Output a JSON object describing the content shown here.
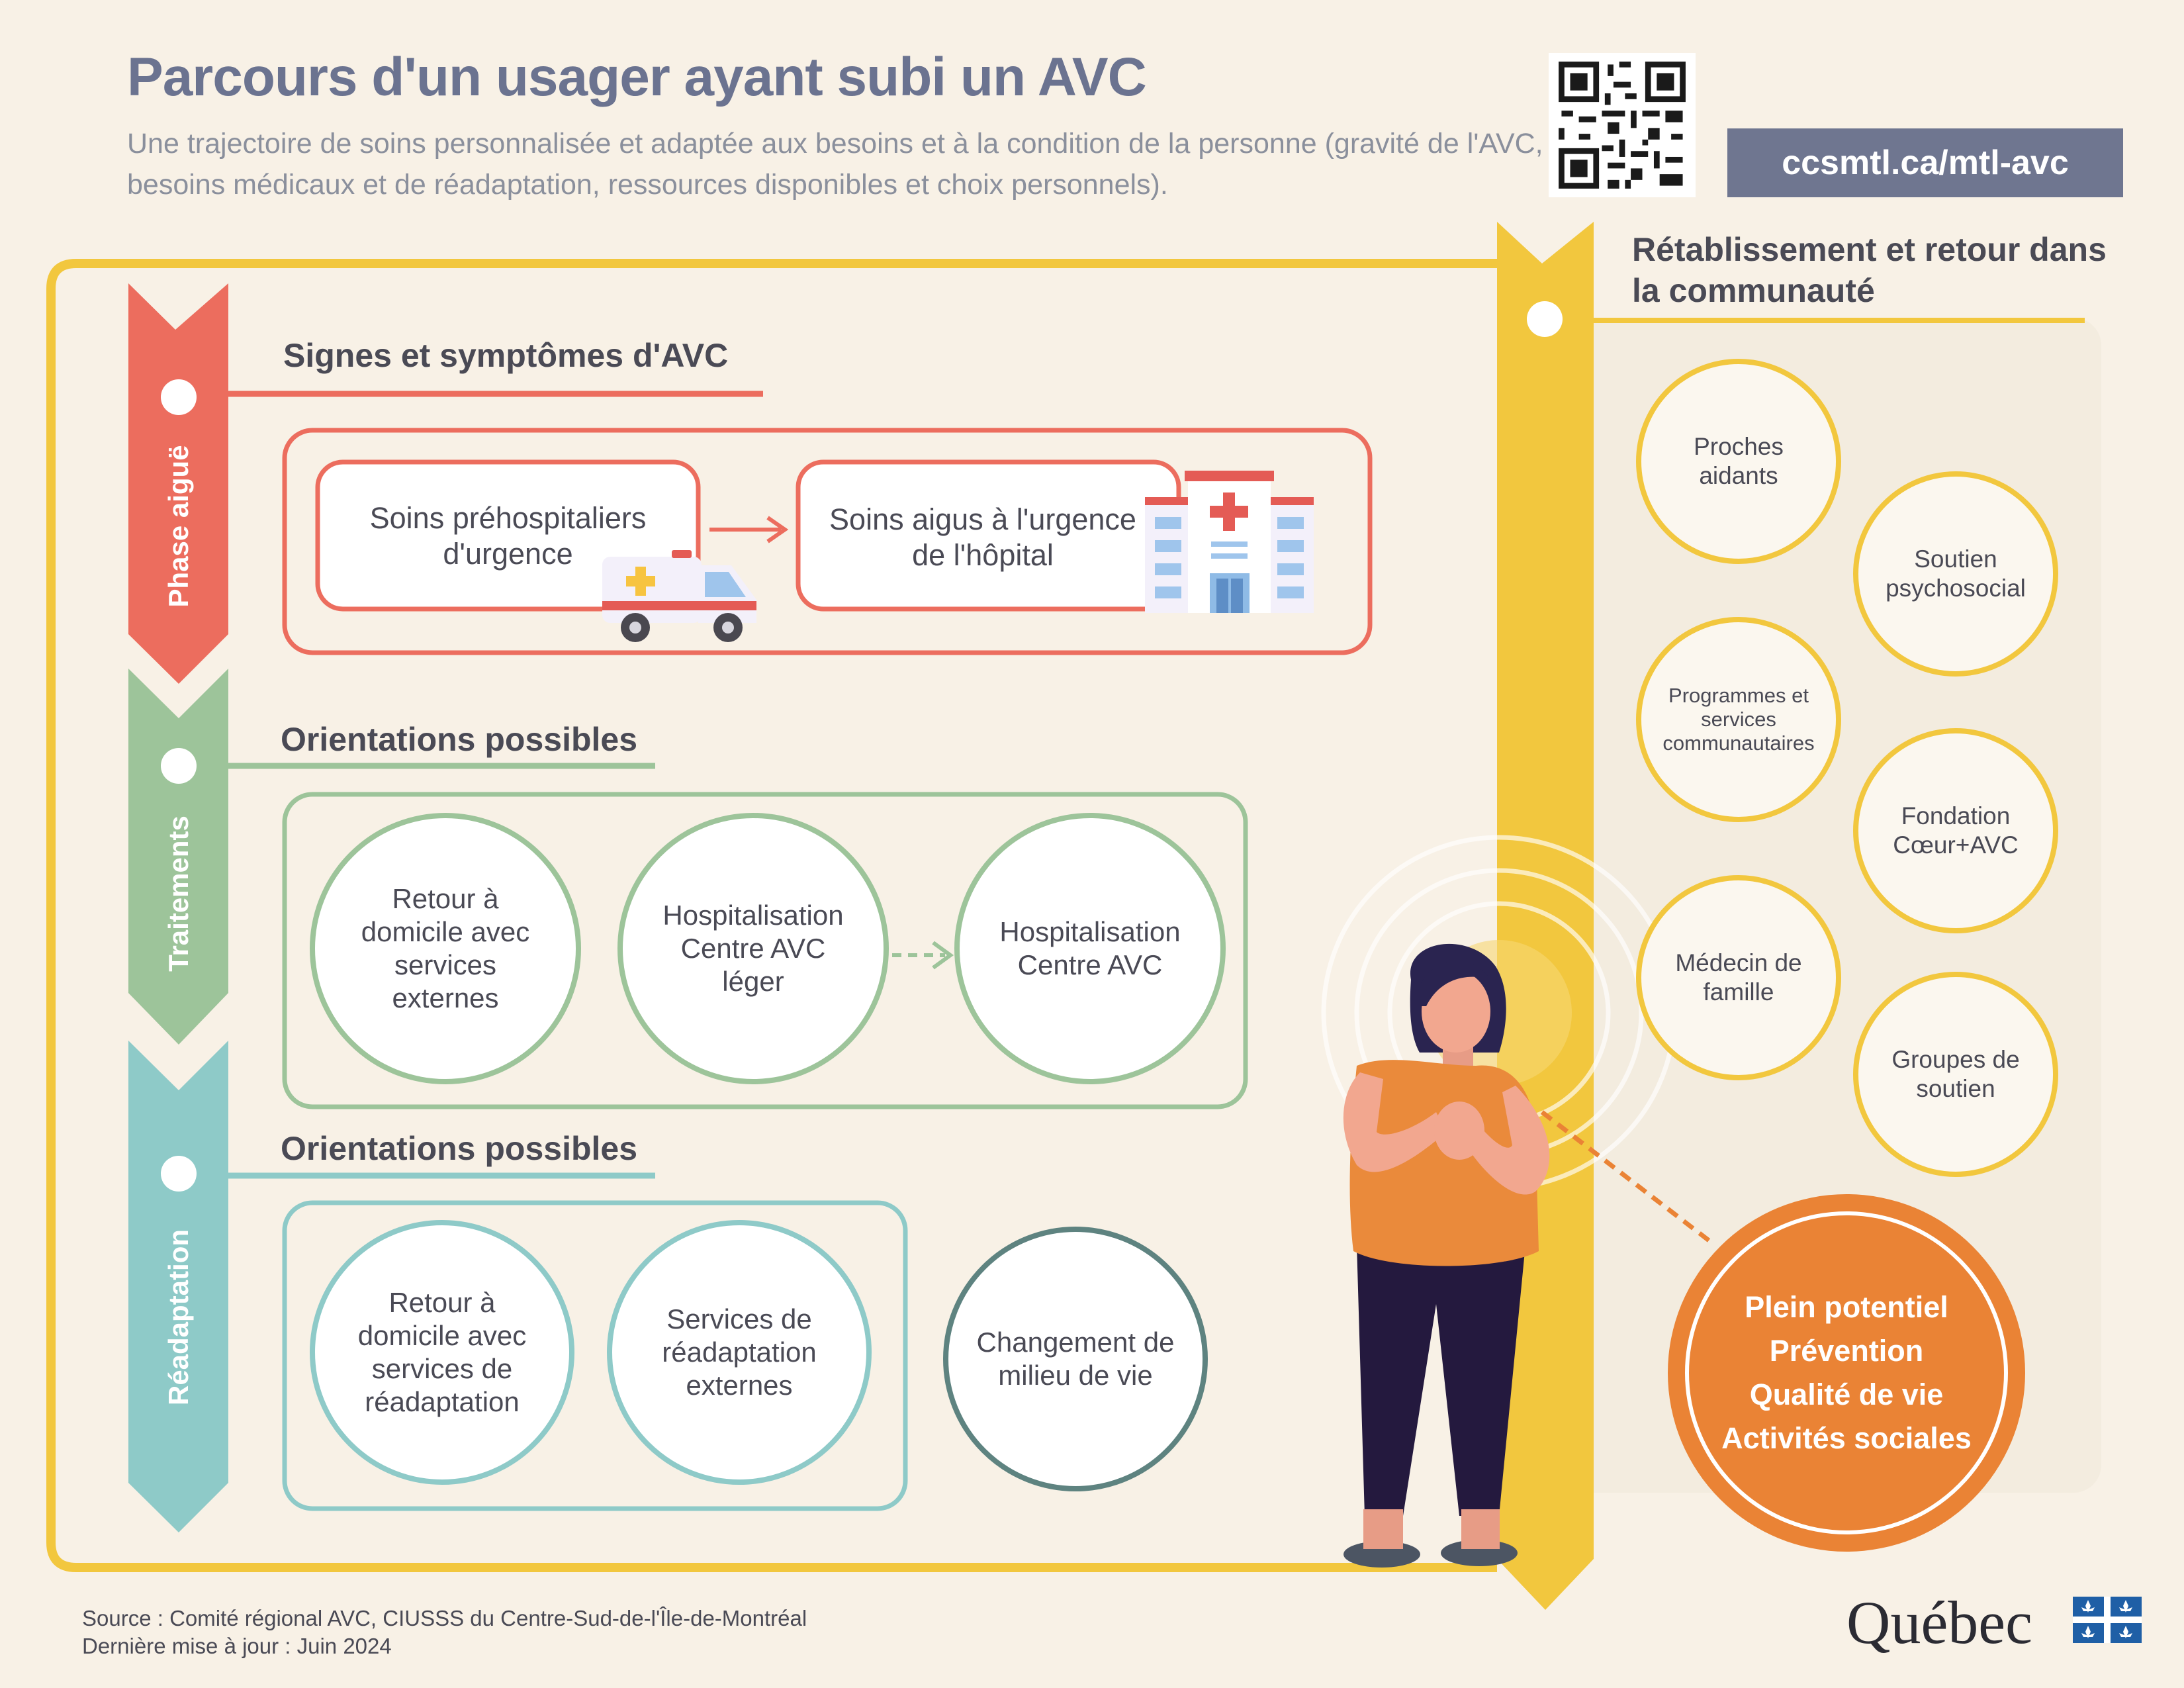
{
  "header": {
    "title": "Parcours d'un usager ayant subi un AVC",
    "subtitle": "Une trajectoire de soins personnalisée et adaptée aux besoins et à la condition de la personne (gravité de l'AVC, besoins médicaux et de réadaptation, ressources disponibles et choix personnels).",
    "url": "ccsmtl.ca/mtl-avc"
  },
  "phases": {
    "acute": "Phase aiguë",
    "treatments": "Traitements",
    "rehab": "Réadaptation"
  },
  "acute": {
    "section_title": "Signes et symptômes d'AVC",
    "box1": "Soins préhospitaliers d'urgence",
    "box2": "Soins aigus à l'urgence de l'hôpital"
  },
  "treatments": {
    "section_title": "Orientations possibles",
    "options": [
      "Retour à domicile avec services externes",
      "Hospitalisation Centre AVC léger",
      "Hospitalisation Centre AVC"
    ]
  },
  "rehab": {
    "section_title": "Orientations possibles",
    "options": [
      "Retour à domicile avec services de réadaptation",
      "Services de réadaptation externes",
      "Changement de milieu de vie"
    ]
  },
  "community": {
    "title": "Rétablissement et retour dans la communauté",
    "resources": [
      "Proches aidants",
      "Soutien psychosocial",
      "Programmes et services communautaires",
      "Fondation Cœur+AVC",
      "Médecin de famille",
      "Groupes de soutien"
    ],
    "outcomes": [
      "Plein potentiel",
      "Prévention",
      "Qualité de vie",
      "Activités sociales"
    ]
  },
  "footer": {
    "source": "Source : Comité régional AVC, CIUSSS du Centre-Sud-de-l'Île-de-Montréal",
    "updated": "Dernière mise à jour : Juin 2024",
    "logo_text": "Québec"
  },
  "colors": {
    "acute": "#ec6d5e",
    "treatments": "#9dc49a",
    "rehab": "#8ecac8",
    "community": "#f2c73e",
    "outcome": "#ea8335",
    "life_change": "#5e8380"
  }
}
